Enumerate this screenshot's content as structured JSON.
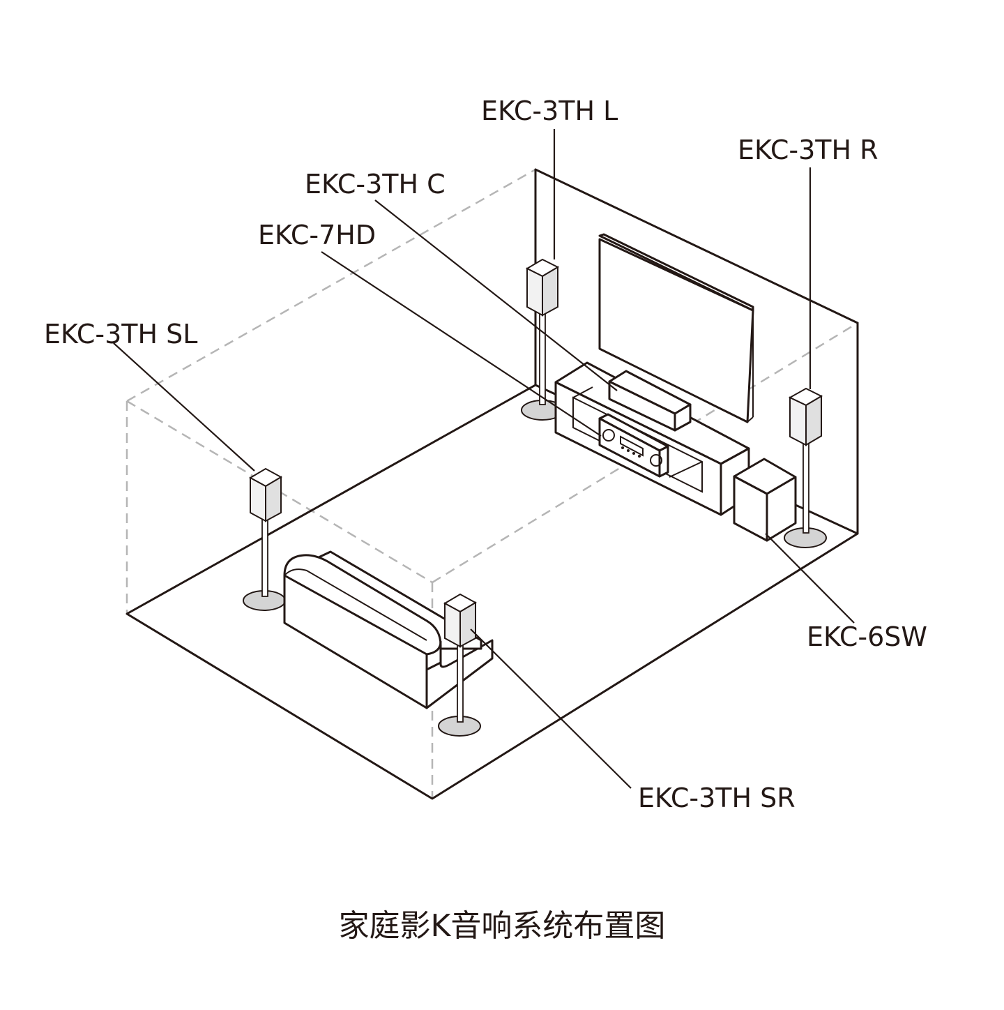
{
  "caption": "家庭影K音响系统布置图",
  "labels": {
    "front_left": "EKC-3TH L",
    "front_right": "EKC-3TH R",
    "center": "EKC-3TH C",
    "receiver": "EKC-7HD",
    "surround_left": "EKC-3TH SL",
    "subwoofer": "EKC-6SW",
    "surround_right": "EKC-3TH SR"
  },
  "colors": {
    "ink": "#231815",
    "dashed_wall": "#b5b5b5",
    "stand_base": "#d4d4d4",
    "speaker_face": "#f2f2f2",
    "speaker_side": "#e0e0e0"
  }
}
